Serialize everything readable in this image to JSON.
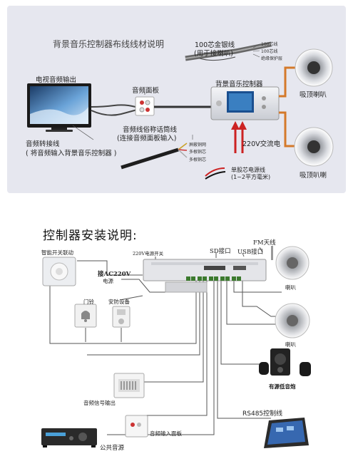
{
  "top": {
    "title": "背景音乐控制器布线线材说明",
    "tv_label": "电视音频输出",
    "panel_label": "音频面板",
    "controller_label": "背景音乐控制器",
    "cable_100": "100芯金银线",
    "cable_100_note": "(用于接喇叭)",
    "cable_small_1": "100芯线",
    "cable_small_2": "100芯线",
    "cable_small_3": "绝缘保护层",
    "speaker1_label": "吸顶喇叭",
    "speaker2_label": "吸顶叭喇",
    "converter_title": "音频转接线",
    "converter_note": "( 将音频输入背景音乐控制器 )",
    "audio_line_title": "音频线俗称话筒线",
    "audio_line_note": "(连接音频面板输入)",
    "ac_label": "220V交流电",
    "mic_tag_1": "屏蔽铜网",
    "mic_tag_2": "多根铜芯",
    "mic_tag_3": "多根铜芯",
    "power_title": "单股芯电源线",
    "power_note": "(1~2平方毫米)"
  },
  "bottom": {
    "title": "控制器安装说明:",
    "smart_switch": "智能开关联动",
    "power_switch": "220V电源开关",
    "ac_label_1": "接AC220V",
    "ac_label_2": "电源",
    "sd": "SD接口",
    "usb": "USB接口",
    "fm": "FM天线",
    "speaker_a": "喇叭",
    "speaker_b": "喇叭",
    "doorbell": "门铃",
    "security": "安防设备",
    "subwoofer": "有源低音炮",
    "audio_out": "音频信号输出",
    "rs485": "RS485控制线",
    "audio_input_panel": "音频输入面板",
    "public_source": "公共音源"
  },
  "colors": {
    "panel_bg": "#e6e7ef",
    "screen_blue": "#3a7fc1",
    "power_red": "#cc2222",
    "wire": "#555555"
  }
}
